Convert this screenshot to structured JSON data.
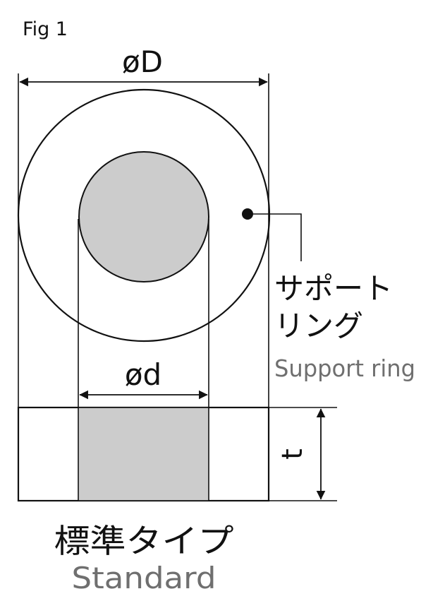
{
  "figure_label": "Fig 1",
  "dimensions": {
    "outer_diameter": "øD",
    "inner_diameter": "ød",
    "thickness": "t"
  },
  "callout": {
    "label_jp_line1": "サポート",
    "label_jp_line2": "リング",
    "label_en": "Support ring"
  },
  "type": {
    "label_jp": "標準タイプ",
    "label_en": "Standard"
  },
  "colors": {
    "line": "#111111",
    "fill": "#cccccc",
    "caption_gray": "#6f6f6f"
  }
}
